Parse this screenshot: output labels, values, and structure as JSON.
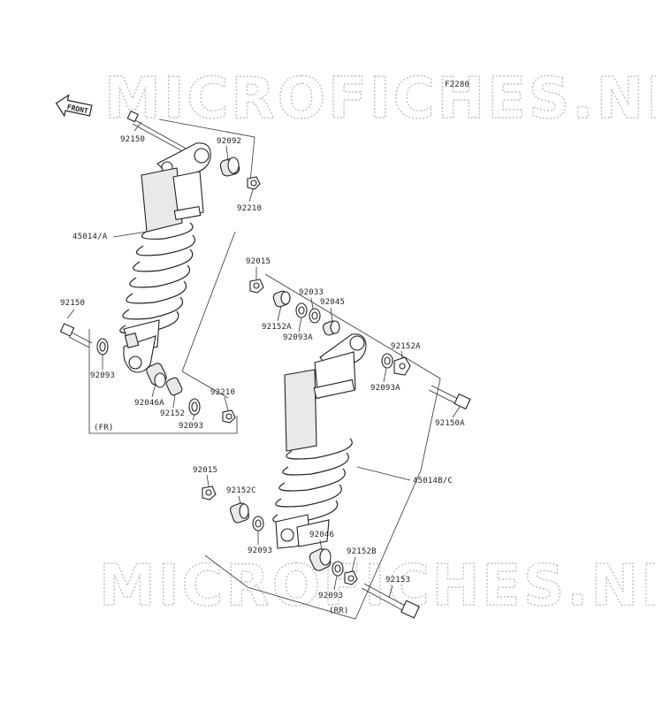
{
  "watermark": {
    "top": "MICROFICHES.NET",
    "bottom": "MICROFICHES.NET"
  },
  "figure_code": "F2280",
  "front_arrow": {
    "label": "FRONT",
    "icon": "front-arrow-icon"
  },
  "groups": {
    "front": "(FR)",
    "rear": "(RR)"
  },
  "labels": {
    "l92150_top": "92150",
    "l92092": "92092",
    "l92210_top": "92210",
    "l45014A": "45014/A",
    "l92150_mid": "92150",
    "l92093_left": "92093",
    "l92046A": "92046A",
    "l92152": "92152",
    "l92093_fr": "92093",
    "l92210_low": "92210",
    "l92015_top": "92015",
    "l92033": "92033",
    "l92045": "92045",
    "l92152A_left": "92152A",
    "l92093A_left": "92093A",
    "l92152A_right": "92152A",
    "l92093A_right": "92093A",
    "l92150A": "92150A",
    "l45014BC": "45014B/C",
    "l92015_low": "92015",
    "l92152C": "92152C",
    "l92093_rr": "92093",
    "l92046": "92046",
    "l92152B": "92152B",
    "l92153": "92153",
    "l92093_bottom": "92093"
  }
}
